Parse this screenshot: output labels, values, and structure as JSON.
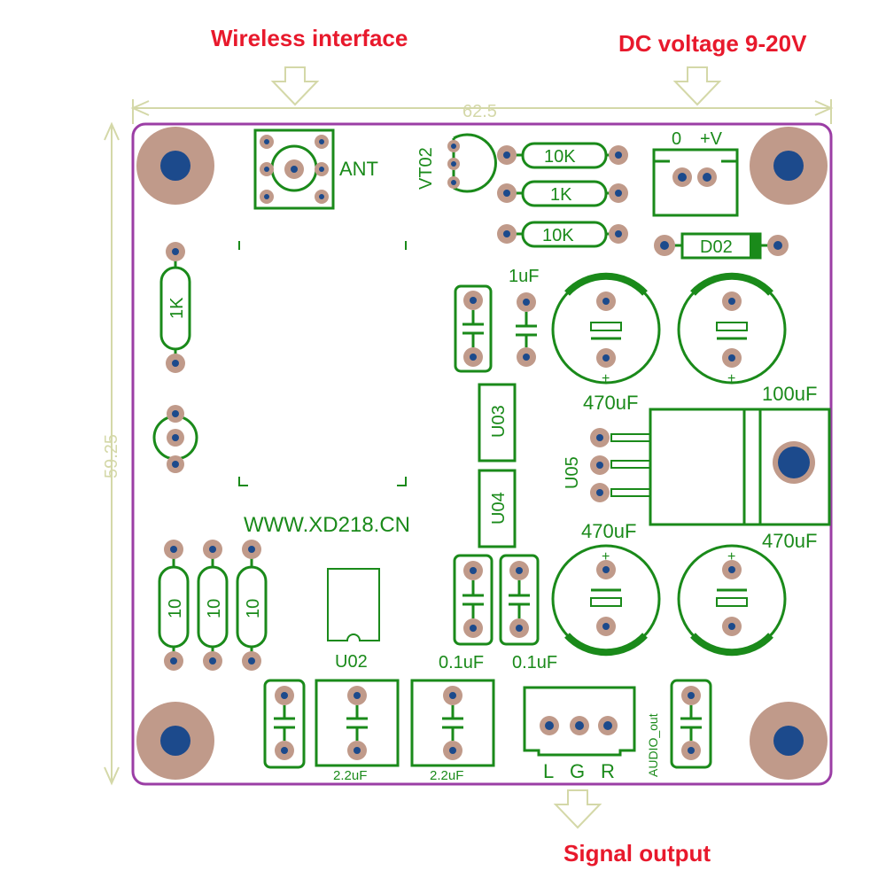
{
  "callouts": {
    "wireless": "Wireless interface",
    "dc_voltage": "DC voltage 9-20V",
    "signal_output": "Signal output"
  },
  "dimensions": {
    "width": "62.5",
    "height": "59.25"
  },
  "website": "WWW.XD218.CN",
  "labels": {
    "ant": "ANT",
    "vt02": "VT02",
    "r_10k_top": "10K",
    "r_1k_top": "1K",
    "r_10k_bottom": "10K",
    "zero": "0",
    "plus_v": "+V",
    "d02": "D02",
    "r_1k_left": "1K",
    "c_1uf": "1uF",
    "c_470uf_1": "470uF",
    "c_100uf": "100uF",
    "u03": "U03",
    "u04": "U04",
    "u05": "U05",
    "c_470uf_2": "470uF",
    "c_470uf_3": "470uF",
    "r_10_a": "10",
    "r_10_b": "10",
    "r_10_c": "10",
    "u02": "U02",
    "c_01uf_a": "0.1uF",
    "c_01uf_b": "0.1uF",
    "c_22uf_a": "2.2uF",
    "c_22uf_b": "2.2uF",
    "audio_out": "AUDIO_out",
    "pin_l": "L",
    "pin_g": "G",
    "pin_r": "R",
    "plus_sign": "+"
  },
  "colors": {
    "outline": "#9b3ea5",
    "silkscreen": "#1a8a1a",
    "pad": "#c09a8a",
    "drill": "#1c4a8c",
    "callout": "#e8192c",
    "dimension": "#d4d8a8"
  }
}
